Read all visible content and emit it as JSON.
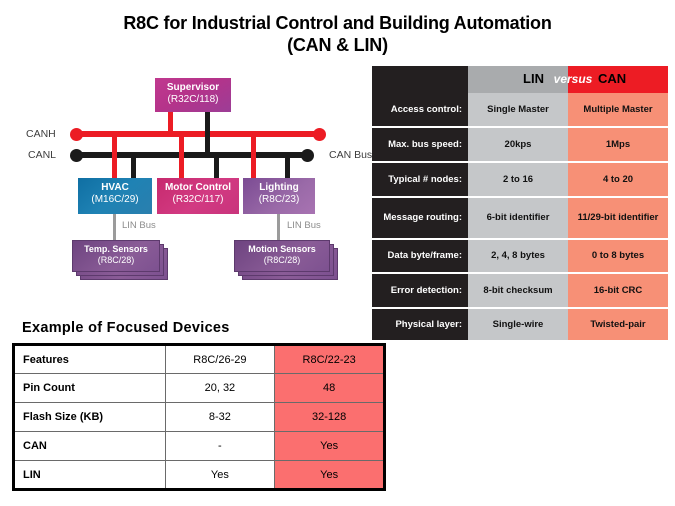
{
  "title": {
    "line1": "R8C for Industrial Control and Building Automation",
    "line2": "(CAN & LIN)"
  },
  "diagram": {
    "bus_labels": {
      "canh": "CANH",
      "canl": "CANL",
      "can_bus": "CAN Bus",
      "lin_bus_left": "LIN Bus",
      "lin_bus_right": "LIN Bus"
    },
    "nodes": {
      "supervisor": {
        "name": "Supervisor",
        "part": "(R32C/118)",
        "color": "#b5338a"
      },
      "hvac": {
        "name": "HVAC",
        "part": "(M16C/29)",
        "color": "#1f82b4"
      },
      "motor": {
        "name": "Motor Control",
        "part": "(R32C/117)",
        "color": "#d23a82"
      },
      "lighting": {
        "name": "Lighting",
        "part": "(R8C/23)",
        "color": "#9a6aa8"
      },
      "temp_sensors": {
        "name": "Temp. Sensors",
        "part": "(R8C/28)",
        "color": "#8a5c97"
      },
      "motion_sensors": {
        "name": "Motion Sensors",
        "part": "(R8C/28)",
        "color": "#8a5c97"
      }
    },
    "wire_colors": {
      "canh": "#ec1c24",
      "canl": "#1a1a1a",
      "lin": "#9b9b9b"
    }
  },
  "comparison": {
    "header": {
      "lin": "LIN",
      "versus": "versus",
      "can": "CAN"
    },
    "header_colors": {
      "key": "#231f20",
      "lin": "#a9abad",
      "can": "#ed1c24"
    },
    "cell_colors": {
      "key": "#231f20",
      "lin": "#c5c7c9",
      "can": "#f79076"
    },
    "rows": [
      {
        "label": "Access control:",
        "lin": "Single Master",
        "can": "Multiple Master"
      },
      {
        "label": "Max. bus speed:",
        "lin": "20kps",
        "can": "1Mps"
      },
      {
        "label": "Typical # nodes:",
        "lin": "2 to 16",
        "can": "4 to 20"
      },
      {
        "label": "Message routing:",
        "lin": "6-bit identifier",
        "can": "11/29-bit identifier"
      },
      {
        "label": "Data byte/frame:",
        "lin": "2, 4, 8 bytes",
        "can": "0 to 8 bytes"
      },
      {
        "label": "Error detection:",
        "lin": "8-bit checksum",
        "can": "16-bit CRC"
      },
      {
        "label": "Physical layer:",
        "lin": "Single-wire",
        "can": "Twisted-pair"
      }
    ]
  },
  "focused": {
    "heading": "Example of Focused Devices",
    "highlight_color": "#fb6f6f",
    "rows": [
      {
        "feature": "Features",
        "a": "R8C/26-29",
        "b": "R8C/22-23"
      },
      {
        "feature": "Pin Count",
        "a": "20, 32",
        "b": "48"
      },
      {
        "feature": "Flash Size (KB)",
        "a": "8-32",
        "b": "32-128"
      },
      {
        "feature": "CAN",
        "a": "-",
        "b": "Yes"
      },
      {
        "feature": "LIN",
        "a": "Yes",
        "b": "Yes"
      }
    ]
  }
}
